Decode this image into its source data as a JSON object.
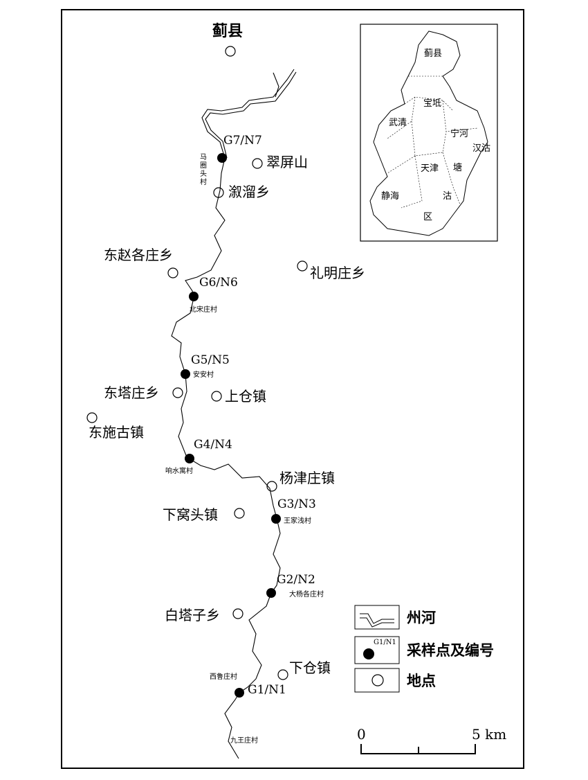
{
  "top_label": "蓟县",
  "places": [
    {
      "id": "cuipingshan",
      "name": "翠屏山"
    },
    {
      "id": "duanliu",
      "name": "溆溜乡"
    },
    {
      "id": "dongzhao",
      "name": "东赵各庄乡"
    },
    {
      "id": "liming",
      "name": "礼明庄乡"
    },
    {
      "id": "dongta",
      "name": "东塔庄乡"
    },
    {
      "id": "shangcang",
      "name": "上仓镇"
    },
    {
      "id": "dongshi",
      "name": "东施古镇"
    },
    {
      "id": "yangjin",
      "name": "杨津庄镇"
    },
    {
      "id": "xiawo",
      "name": "下窝头镇"
    },
    {
      "id": "baita",
      "name": "白塔子乡"
    },
    {
      "id": "xiacang",
      "name": "下仓镇"
    }
  ],
  "samples": [
    {
      "code": "G7/N7",
      "village": "马圈头村"
    },
    {
      "code": "G6/N6",
      "village": "北宋庄村"
    },
    {
      "code": "G5/N5",
      "village": "安安村"
    },
    {
      "code": "G4/N4",
      "village": "响水寓村"
    },
    {
      "code": "G3/N3",
      "village": "王家浅村"
    },
    {
      "code": "G2/N2",
      "village": "大杨各庄村"
    },
    {
      "code": "G1/N1",
      "village": "西鲁庄村"
    }
  ],
  "downstream_village": "九王庄村",
  "inset_labels": [
    "蓟县",
    "宝坻",
    "武清",
    "宁河",
    "汉沽",
    "天津",
    "塘",
    "沽",
    "静海",
    "区"
  ],
  "legend": {
    "river": "州河",
    "sample_icon_text": "G1/N1",
    "sample": "采样点及编号",
    "place": "地点"
  },
  "scale": {
    "start": "0",
    "end": "5 km"
  }
}
